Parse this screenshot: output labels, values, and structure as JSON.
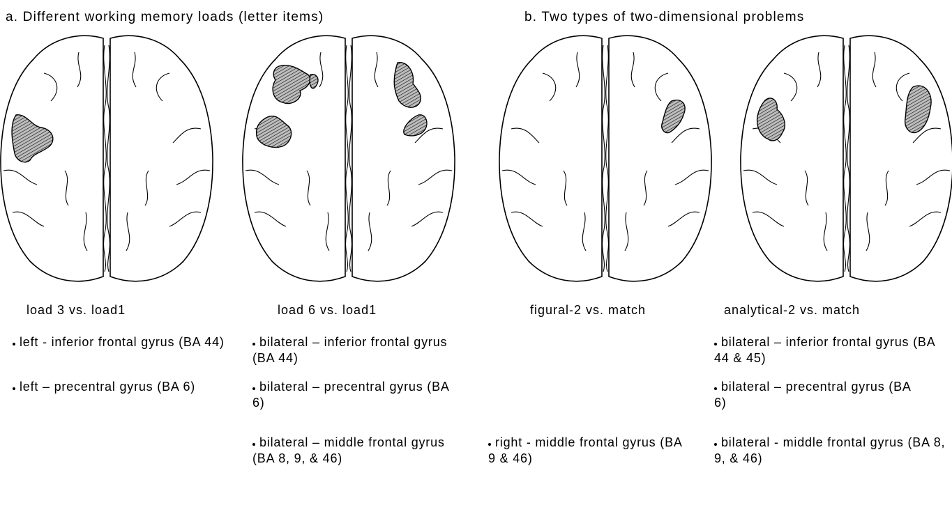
{
  "heading_a": "a. Different  working  memory loads (letter items)",
  "heading_b": "b. Two types of two-dimensional  problems",
  "panels": [
    {
      "caption": "load 3 vs. load1",
      "bullets": [
        "left - inferior frontal gyrus (BA 44)",
        "left – precentral gyrus (BA 6)"
      ]
    },
    {
      "caption": "load 6 vs. load1",
      "bullets": [
        "bilateral – inferior frontal gyrus (BA 44)",
        "bilateral – precentral gyrus (BA 6)",
        "bilateral – middle frontal gyrus (BA 8, 9, & 46)"
      ]
    },
    {
      "caption": "figural-2  vs. match",
      "bullets": [
        "right - middle frontal gyrus (BA 9 & 46)"
      ]
    },
    {
      "caption": "analytical-2  vs. match",
      "bullets": [
        "bilateral – inferior frontal gyrus (BA 44 & 45)",
        "bilateral – precentral gyrus (BA 6)",
        "bilateral - middle frontal gyrus (BA 8, 9, & 46)"
      ]
    }
  ]
}
